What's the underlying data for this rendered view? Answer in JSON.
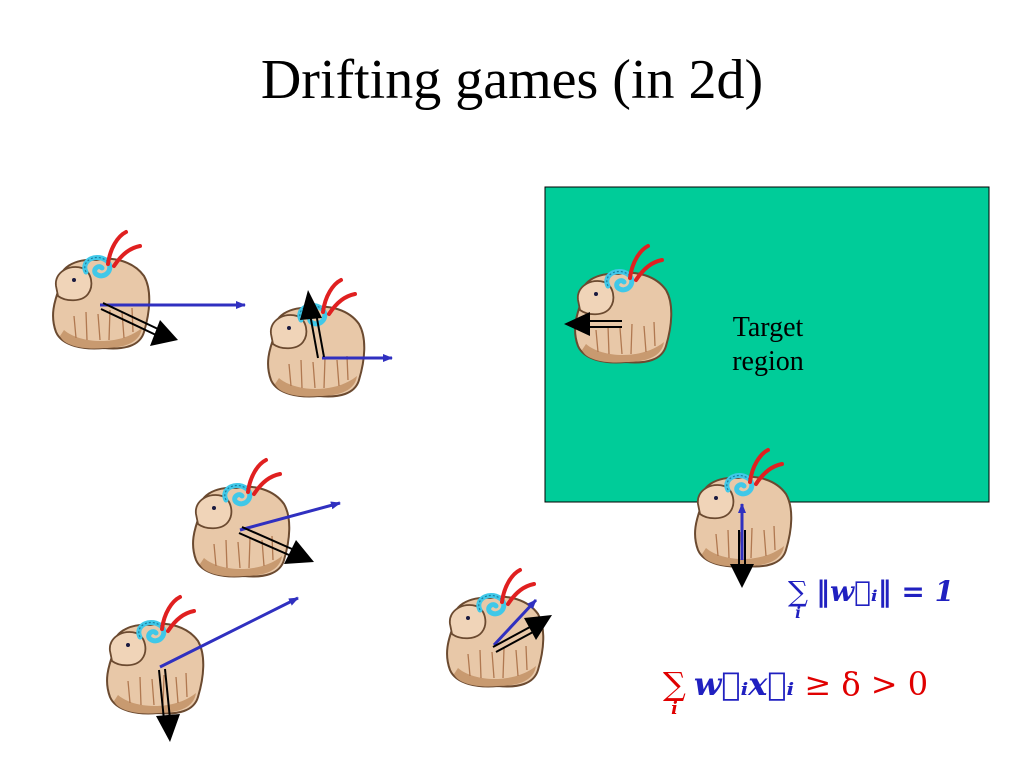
{
  "slide": {
    "title": "Drifting games (in 2d)",
    "background": "#ffffff"
  },
  "target_region": {
    "label_line1": "Target",
    "label_line2": "region",
    "fill_color": "#00cc99",
    "border_color": "#000000"
  },
  "colors": {
    "weight_arrow": "#3030c0",
    "edge_arrow": "#000000",
    "norm_formula": "#2020c0",
    "edge_formula": "#e00000"
  },
  "sheep_icon": {
    "name": "ram-icon",
    "fleece": "#e8c8a8",
    "fleece_shadow": "#c89a70",
    "horn": "#40c8e8",
    "antennae": "#e02020"
  },
  "formulas": {
    "norm": {
      "sum": "∑",
      "index": "i",
      "body": "‖w⃗ᵢ‖ = 1"
    },
    "edge": {
      "sum": "∑",
      "index": "i",
      "body": "w⃗ᵢx⃗ᵢ",
      "relation": "≥ δ > 0"
    }
  }
}
